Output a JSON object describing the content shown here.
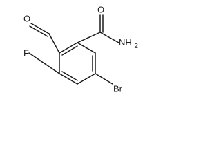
{
  "molecule": {
    "atoms": {
      "oxygen_aldehyde": "O",
      "fluorine": "F",
      "oxygen_amide": "O",
      "amine": "NH2",
      "amine_main": "NH",
      "amine_subscript": "2",
      "bromine": "Br"
    }
  }
}
